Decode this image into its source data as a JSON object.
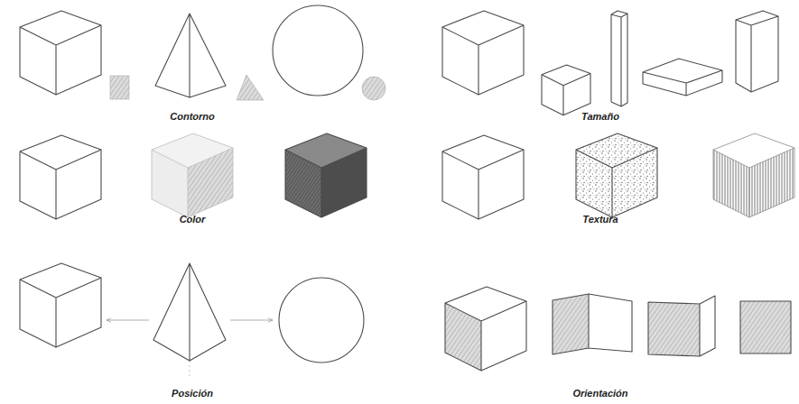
{
  "diagram": {
    "labels": [
      "Contorno",
      "Tamaño",
      "Color",
      "Textura",
      "Posición",
      "Orientación"
    ]
  }
}
